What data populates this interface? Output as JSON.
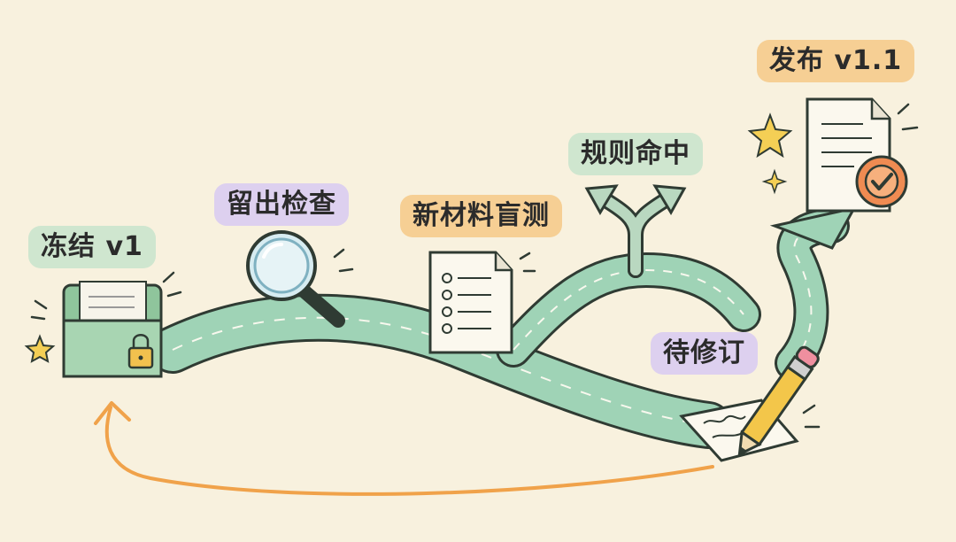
{
  "colors": {
    "background": "#f8f1de",
    "road": "#9fd3b6",
    "road_edge": "#2f3b33",
    "arrow_loop": "#f0a24a",
    "label_green": "#cfe6cf",
    "label_purple": "#ddd0ef",
    "label_orange": "#f6cf94",
    "folder": "#a8d5b2",
    "lock": "#f2c14e",
    "star": "#f4cf55",
    "seal": "#ef8b52"
  },
  "steps": {
    "freeze": {
      "label": "冻结 v1",
      "icon": "locked-folder-icon"
    },
    "holdout": {
      "label": "留出检查",
      "icon": "magnifier-icon"
    },
    "blind_test": {
      "label": "新材料盲测",
      "icon": "checklist-document-icon"
    },
    "rule_hit": {
      "label": "规则命中",
      "icon": "fork-arrow-icon"
    },
    "revise": {
      "label": "待修订",
      "icon": "pencil-note-icon"
    },
    "release": {
      "label": "发布 v1.1",
      "icon": "approved-document-icon"
    }
  }
}
